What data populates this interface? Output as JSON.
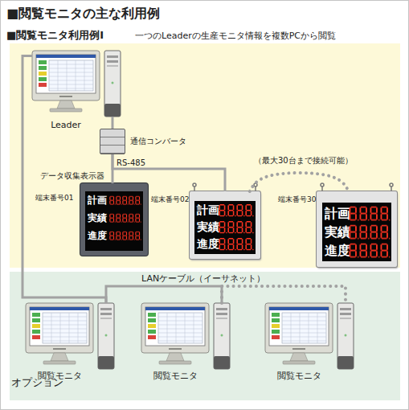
{
  "diagram": {
    "title": "■閲覧モニタの主な利用例",
    "nodes": [
      {
        "text": [
          "Leader"
        ]
      },
      {
        "text": [
          "通信コンバータ"
        ]
      },
      {
        "text": [
          "端末番号01",
          "計画",
          "実績",
          "進度"
        ]
      },
      {
        "text": [
          "端末番号02",
          "計画",
          "実績",
          "進度"
        ]
      },
      {
        "text": [
          "端末番号30",
          "計画",
          "実績",
          "進度"
        ]
      },
      {
        "text": [
          "閲覧モニタ"
        ]
      },
      {
        "text": [
          "閲覧モニタ"
        ]
      },
      {
        "text": [
          "閲覧モニタ"
        ]
      }
    ],
    "edges": [
      {
        "from": 0,
        "to": 1,
        "arrow": "none"
      },
      {
        "from": 1,
        "to": 2,
        "arrow": "none",
        "label": "RS-485"
      },
      {
        "from": 1,
        "to": 3,
        "arrow": "none"
      },
      {
        "from": 3,
        "to": 4,
        "arrow": "none",
        "label": "（最大30台まで接続可能）"
      },
      {
        "from": 0,
        "to": 5,
        "arrow": "none"
      },
      {
        "from": 5,
        "to": 6,
        "arrow": "none",
        "label": "LANケーブル（イーサネット）"
      },
      {
        "from": 6,
        "to": 7,
        "arrow": "none"
      }
    ],
    "labels": [
      "■閲覧モニタ利用例Ⅰ",
      "一つのLeaderの生産モニタ情報を複数PCから閲覧",
      "データ収集表示器",
      "オプション"
    ]
  }
}
